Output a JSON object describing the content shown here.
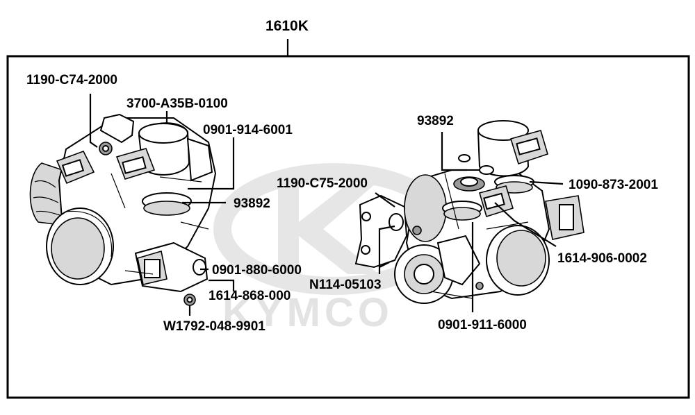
{
  "diagram": {
    "assembly_code": "1610K",
    "watermark_text": "KYMCO",
    "left_assembly_labels": [
      "1190-C74-2000",
      "3700-A35B-0100",
      "0901-914-6001",
      "93892",
      "0901-880-6000",
      "1614-868-000",
      "W1792-048-9901"
    ],
    "right_assembly_labels": [
      "93892",
      "1190-C75-2000",
      "1090-873-2001",
      "1614-906-0002",
      "N114-05103",
      "0901-911-6000"
    ]
  }
}
